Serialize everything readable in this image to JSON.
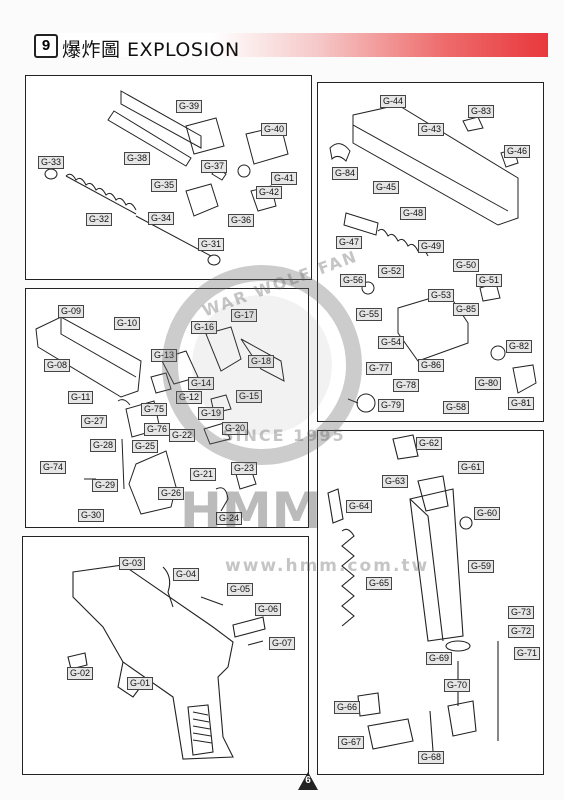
{
  "header": {
    "number": "9",
    "title": "爆炸圖 EXPLOSION"
  },
  "watermark": {
    "line1": "WAR WOLF FAN",
    "line2": "SINCE 1995",
    "brand": "HMM",
    "url": "www.hmm.com.tw"
  },
  "page_number": "6",
  "colors": {
    "accent_red": "#e8383d"
  },
  "parts": {
    "p1": [
      "G-39",
      "G-40",
      "G-38",
      "G-37",
      "G-41",
      "G-33",
      "G-35",
      "G-42",
      "G-34",
      "G-36",
      "G-32",
      "G-31"
    ],
    "p2": [
      "G-44",
      "G-83",
      "G-43",
      "G-46",
      "G-84",
      "G-45",
      "G-48",
      "G-47",
      "G-49",
      "G-50",
      "G-52",
      "G-51",
      "G-56",
      "G-53",
      "G-55",
      "G-85",
      "G-54",
      "G-82",
      "G-86",
      "G-77",
      "G-78",
      "G-80",
      "G-79",
      "G-58",
      "G-81"
    ],
    "p3": [
      "G-09",
      "G-10",
      "G-17",
      "G-16",
      "G-08",
      "G-13",
      "G-18",
      "G-14",
      "G-11",
      "G-12",
      "G-15",
      "G-75",
      "G-27",
      "G-76",
      "G-19",
      "G-20",
      "G-22",
      "G-28",
      "G-25",
      "G-74",
      "G-21",
      "G-23",
      "G-29",
      "G-26",
      "G-30",
      "G-24"
    ],
    "p4": [
      "G-03",
      "G-04",
      "G-05",
      "G-06",
      "G-07",
      "G-02",
      "G-01"
    ],
    "p5": [
      "G-62",
      "G-61",
      "G-63",
      "G-64",
      "G-60",
      "G-59",
      "G-65",
      "G-73",
      "G-72",
      "G-71",
      "G-69",
      "G-70",
      "G-66",
      "G-67",
      "G-68"
    ]
  }
}
